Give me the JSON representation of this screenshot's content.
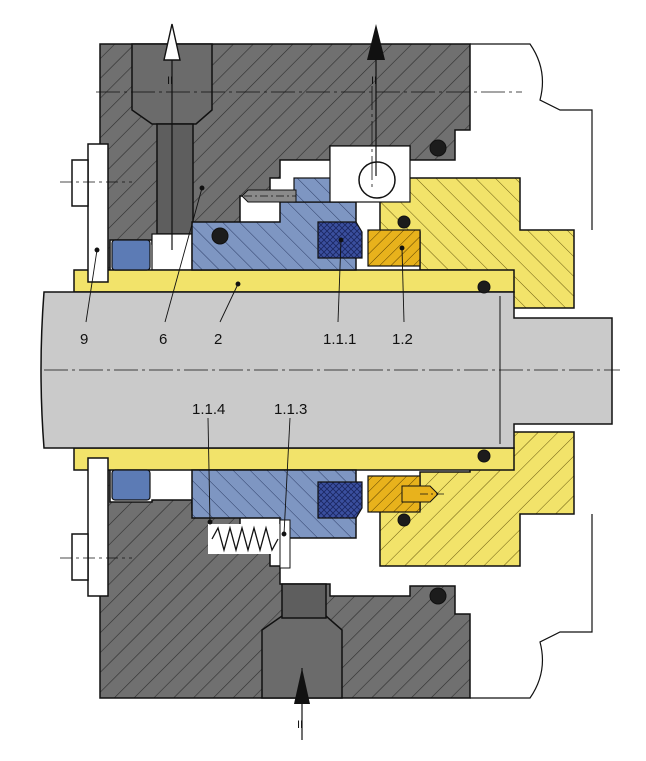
{
  "diagram": {
    "labels": {
      "l9": "9",
      "l6": "6",
      "l2": "2",
      "l111": "1.1.1",
      "l12": "1.2",
      "l114": "1.1.4",
      "l113": "1.1.3"
    },
    "port_marks": {
      "outlet_left": "II",
      "outlet_right": "II",
      "inlet_bottom": "II"
    },
    "colors": {
      "housing": "#6e6e6e",
      "housing_hatch": "#3a3a3a",
      "sleeve": "#f2e36a",
      "seal_face": "#e8b21c",
      "rotating_ring": "#7e96c2",
      "secondary_seal": "#3a4f9e",
      "shaft": "#c9c9c9",
      "rubber_ring": "#3a4fa8",
      "gland_plate": "#f2e36a"
    }
  }
}
